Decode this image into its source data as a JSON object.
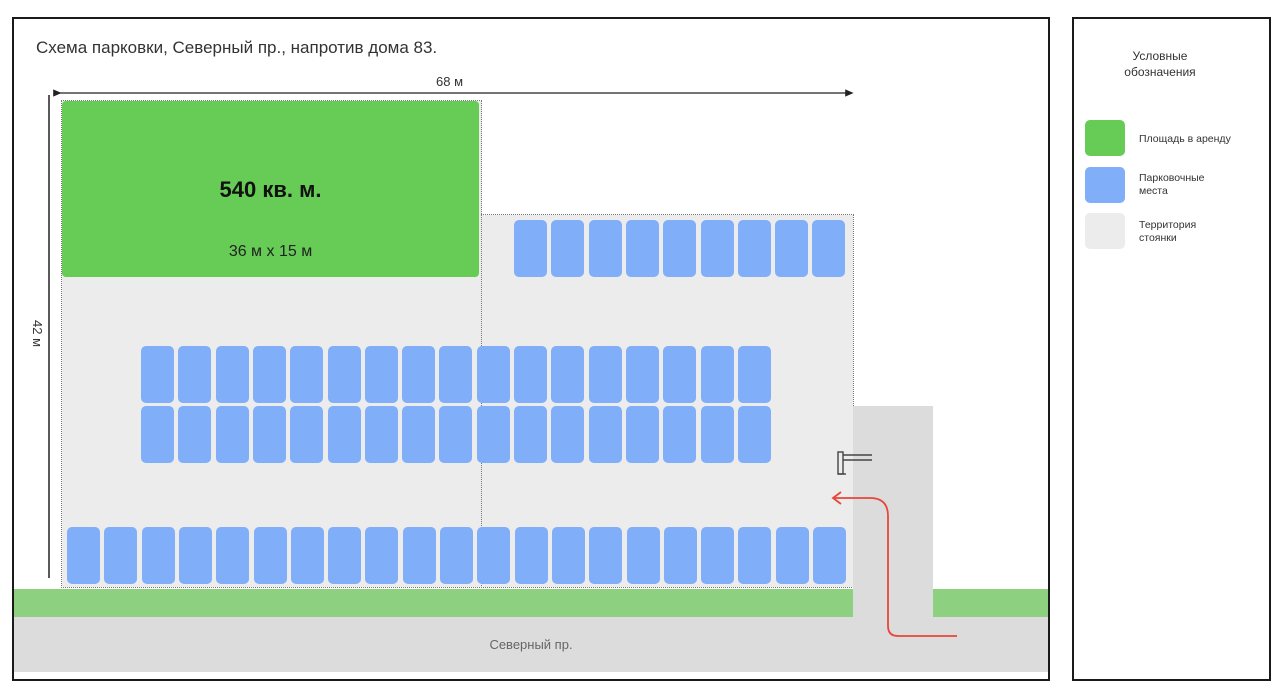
{
  "title": "Схема парковки, Северный пр., напротив дома 83.",
  "dimensions": {
    "width": "68 м",
    "height": "42 м"
  },
  "rental_area": {
    "area": "540 кв. м.",
    "size": "36 м х 15 м"
  },
  "road": {
    "name": "Северный пр."
  },
  "legend": {
    "title_line1": "Условные",
    "title_line2": "обозначения",
    "items": [
      {
        "label": "Площадь в аренду",
        "color": "#66cc55"
      },
      {
        "label_line1": "Парковочные",
        "label_line2": "места",
        "color": "#80aef8"
      },
      {
        "label_line1": "Территория",
        "label_line2": "стоянки",
        "color": "#ececec"
      }
    ]
  },
  "parking_spots": {
    "top_row": 9,
    "middle_rows": 2,
    "middle_row_spots": 17,
    "bottom_row": 21
  },
  "colors": {
    "arrow": "#e8463a",
    "green_strip": "#8dd07f",
    "road": "#dcdcdc"
  }
}
